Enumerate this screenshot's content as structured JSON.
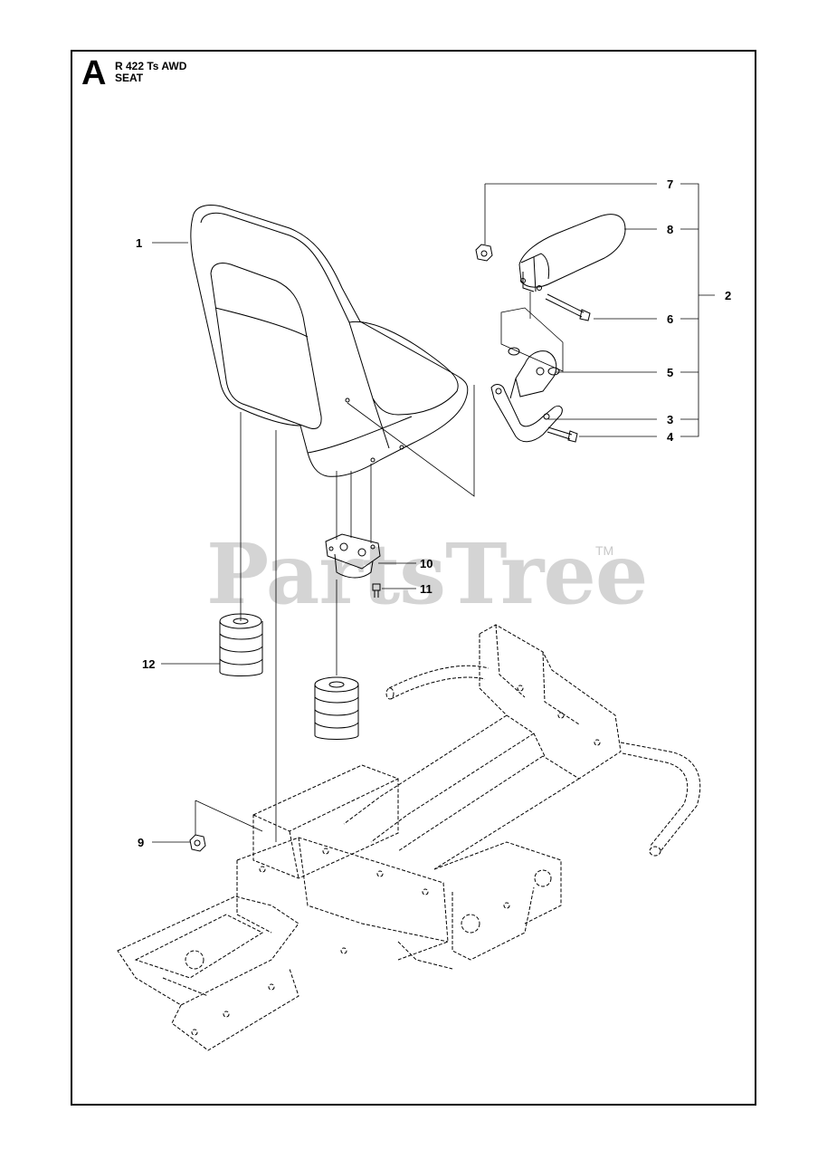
{
  "header": {
    "section_letter": "A",
    "model": "R 422 Ts AWD",
    "assembly": "SEAT"
  },
  "watermark": {
    "brand": "PartsTree",
    "trademark": "TM"
  },
  "callouts": [
    {
      "id": "1",
      "label": "1"
    },
    {
      "id": "2",
      "label": "2"
    },
    {
      "id": "3",
      "label": "3"
    },
    {
      "id": "4",
      "label": "4"
    },
    {
      "id": "5",
      "label": "5"
    },
    {
      "id": "6",
      "label": "6"
    },
    {
      "id": "7",
      "label": "7"
    },
    {
      "id": "8",
      "label": "8"
    },
    {
      "id": "9",
      "label": "9"
    },
    {
      "id": "10",
      "label": "10"
    },
    {
      "id": "11",
      "label": "11"
    },
    {
      "id": "12",
      "label": "12"
    }
  ],
  "colors": {
    "line": "#000000",
    "watermark": "#d4d4d4",
    "background": "#ffffff"
  }
}
